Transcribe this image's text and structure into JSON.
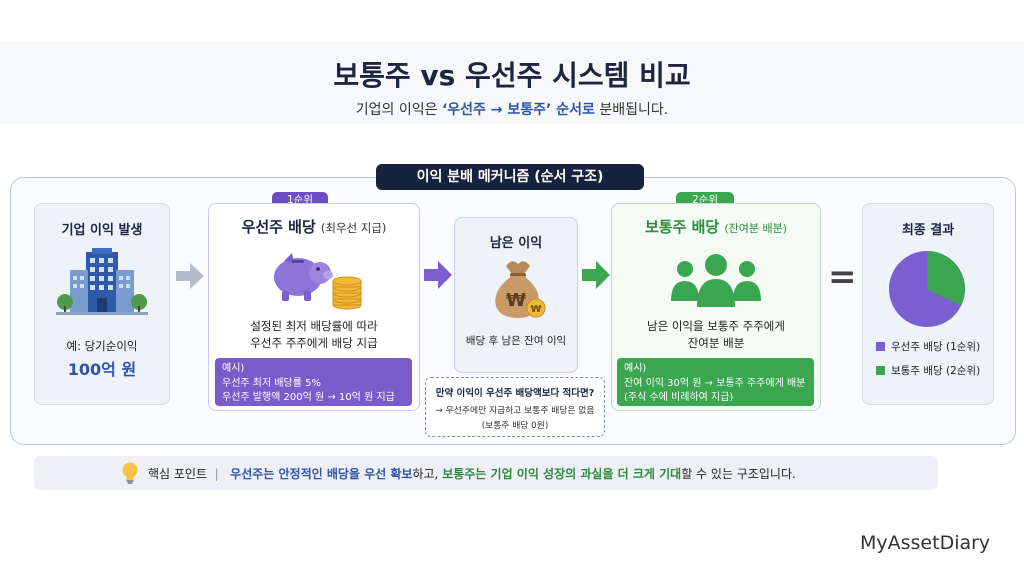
{
  "header": {
    "title": "보통주 vs 우선주 시스템 비교",
    "subtitle_prefix": "기업의 이익은 ",
    "subtitle_highlight": "‘우선주 → 보통주’ 순서로",
    "subtitle_suffix": " 분배됩니다."
  },
  "mechanism_label": "이익 분배 메커니즘 (순서 구조)",
  "company": {
    "title": "기업 이익 발생",
    "example_label": "예: 당기순이익",
    "amount": "100억 원"
  },
  "preferred": {
    "badge": "1순위",
    "title": "우선주 배당",
    "title_note": "(최우선 지급)",
    "desc_line1": "설정된 최저 배당률에 따라",
    "desc_line2": "우선주 주주에게 배당 지급",
    "example_title": "예시)",
    "example_line1": "우선주 최저 배당률 5%",
    "example_line2": "우선주 발행액 200억 원 → 10억 원 지급"
  },
  "remaining": {
    "title": "남은 이익",
    "desc": "배당 후 남은 잔여 이익",
    "coin_symbol": "₩"
  },
  "note": {
    "question": "만약 이익이 우선주 배당액보다 적다면?",
    "answer_line1": "→ 우선주에만 지급하고 보통주 배당은 없음",
    "answer_line2": "(보통주 배당 0원)"
  },
  "common": {
    "badge": "2순위",
    "title": "보통주 배당",
    "title_note": "(잔여분 배분)",
    "desc_line1": "남은 이익을 보통주 주주에게",
    "desc_line2": "잔여분 배분",
    "example_title": "예시)",
    "example_line1": "잔여 이익 30억 원 → 보통주 주주에게 배분",
    "example_line2": "(주식 수에 비례하여 지급)"
  },
  "equals_sign": "=",
  "result": {
    "title": "최종 결과",
    "legend": [
      {
        "label": "우선주 배당 (1순위)",
        "color": "#7b5fd0"
      },
      {
        "label": "보통주 배당 (2순위)",
        "color": "#3aa650"
      }
    ]
  },
  "tip": {
    "label": "핵심 포인트",
    "separator": "|",
    "part1": "우선주는 안정적인 배당을 우선 확보",
    "part2": "하고, ",
    "part3": "보통주는 기업 이익 성장의 과실을 더 크게 기대",
    "part4": "할 수 있는 구조입니다."
  },
  "brand": "MyAssetDiary",
  "colors": {
    "preferred": "#7b5fd0",
    "common": "#3aa650",
    "navy": "#17223d",
    "arrow_gray": "#b5bccb"
  },
  "icons": [
    "building-icon",
    "piggy-bank-icon",
    "coins-icon",
    "money-bag-icon",
    "people-group-icon",
    "pie-chart-icon",
    "lightbulb-icon"
  ]
}
